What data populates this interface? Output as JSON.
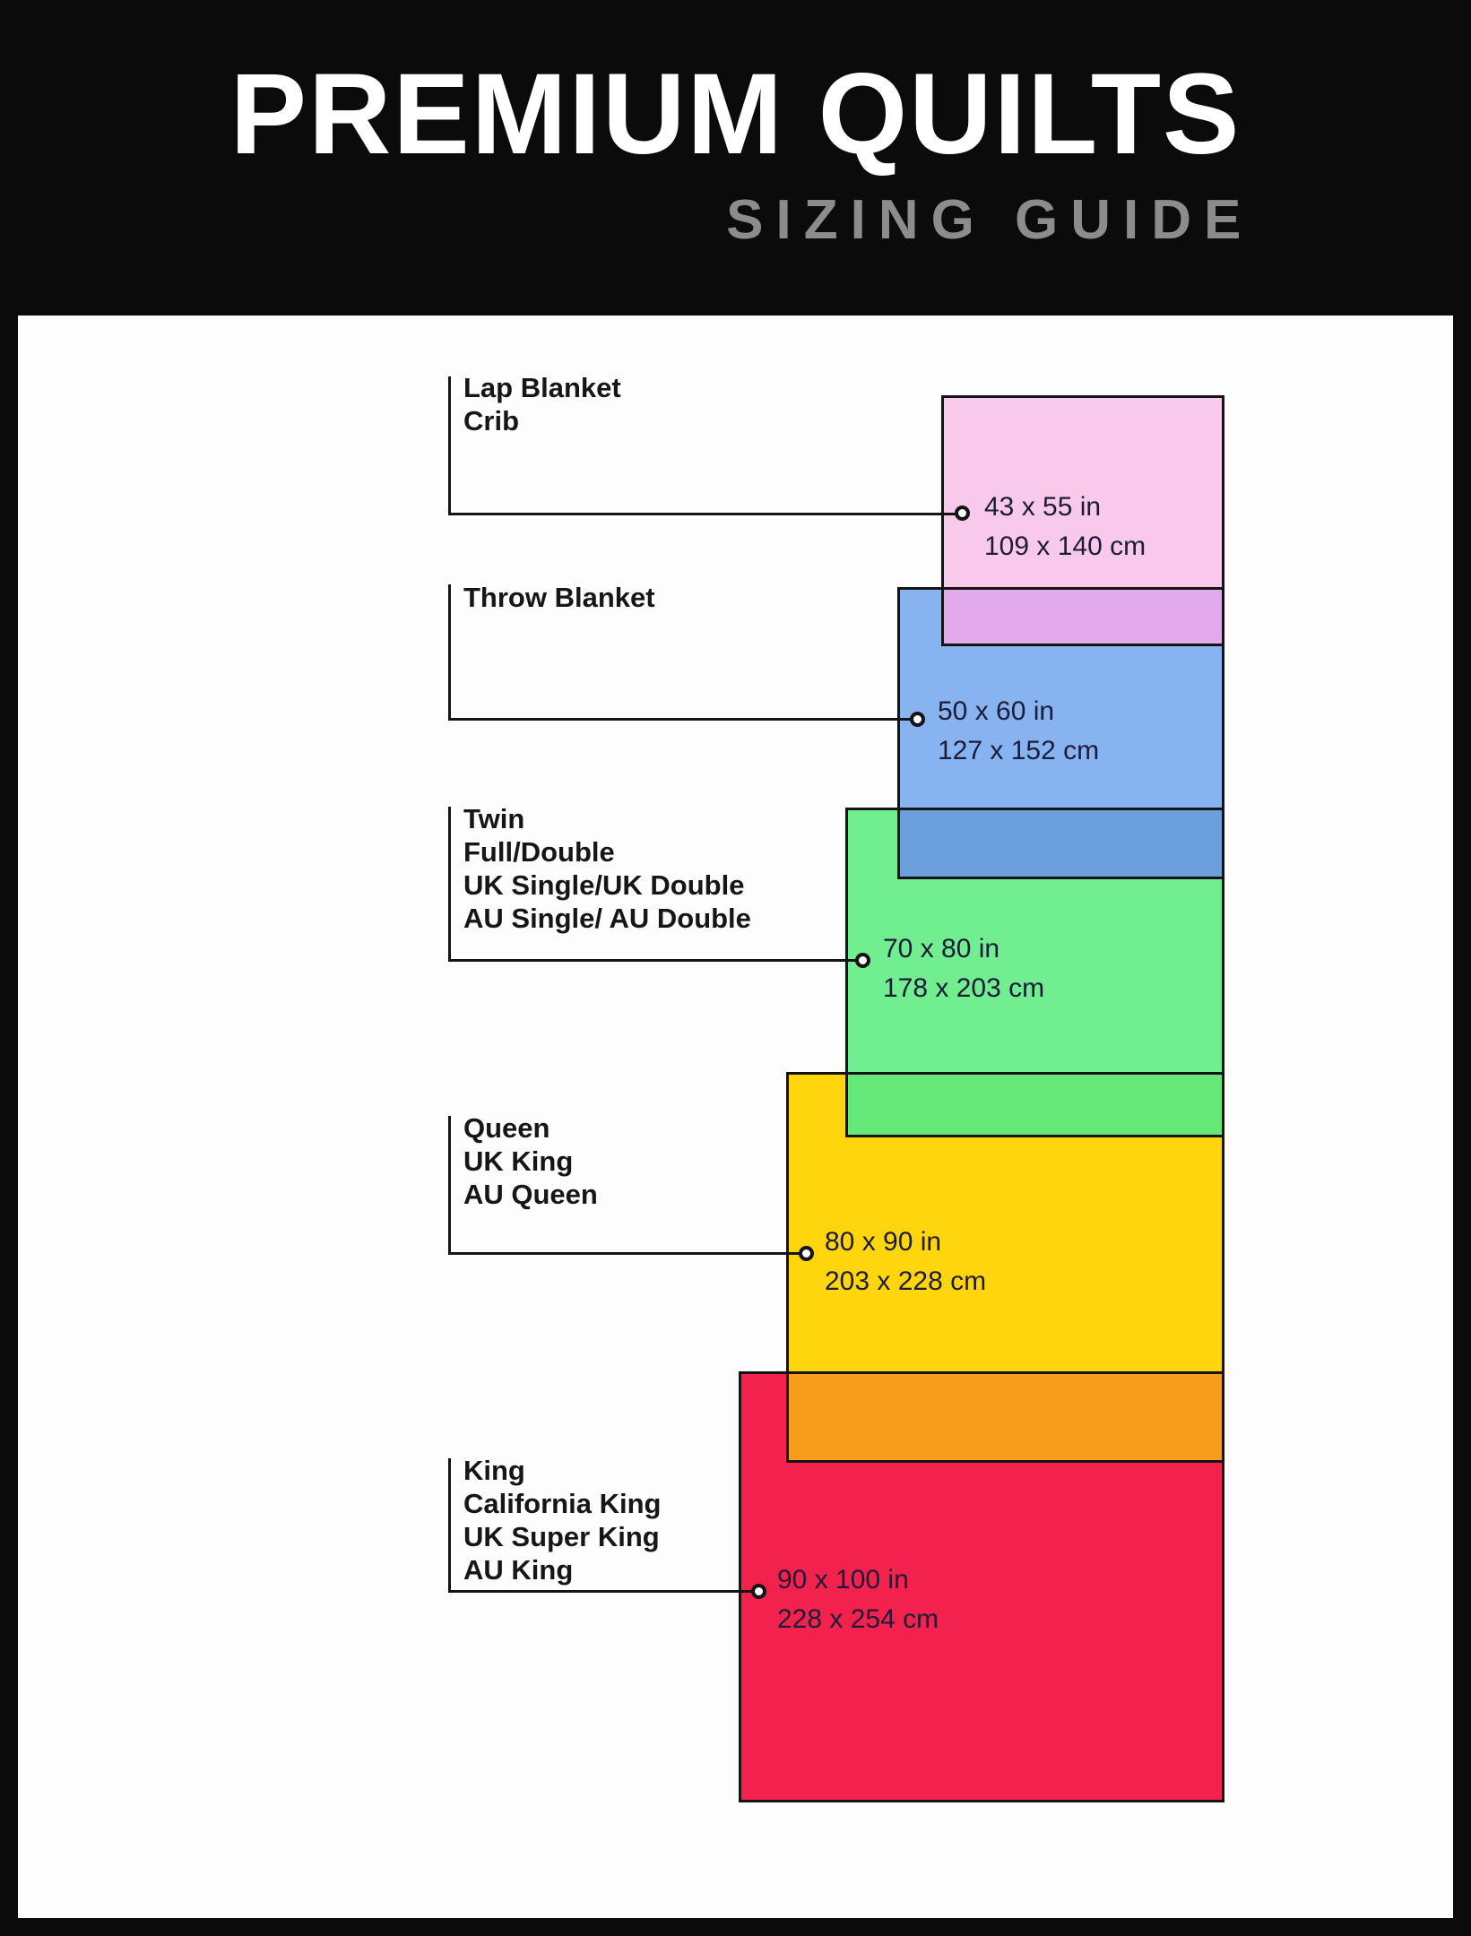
{
  "header": {
    "title": "PREMIUM QUILTS",
    "subtitle": "SIZING GUIDE"
  },
  "sizes": [
    {
      "labels": [
        "Lap Blanket",
        "Crib"
      ],
      "inches": "43 x 55 in",
      "cm": "109 x 140 cm",
      "color": "#F9C9EC",
      "overlap_color_with_next": "#E0A9E9"
    },
    {
      "labels": [
        "Throw Blanket"
      ],
      "inches": "50 x 60 in",
      "cm": "127 x 152 cm",
      "color": "#87B4F1",
      "overlap_color_with_next": "#6AA1DC"
    },
    {
      "labels": [
        "Twin",
        "Full/Double",
        "UK Single/UK Double",
        "AU Single/ AU Double"
      ],
      "inches": "70 x 80 in",
      "cm": "178 x 203 cm",
      "color": "#71EE8F",
      "overlap_color_with_next": "#65E878"
    },
    {
      "labels": [
        "Queen",
        "UK King",
        "AU Queen"
      ],
      "inches": "80 x 90 in",
      "cm": "203 x 228 cm",
      "color": "#FFD60D",
      "overlap_color_with_next": "#F89C1B"
    },
    {
      "labels": [
        "King",
        "California King",
        "UK Super King",
        "AU King"
      ],
      "inches": "90 x 100 in",
      "cm": "228 x 254 cm",
      "color": "#F2224D"
    }
  ],
  "colors": {
    "background": "#0b0b0b",
    "panel": "#fdfdfd",
    "line": "#141414",
    "title": "#ffffff",
    "subtitle": "#8c8c8c"
  }
}
